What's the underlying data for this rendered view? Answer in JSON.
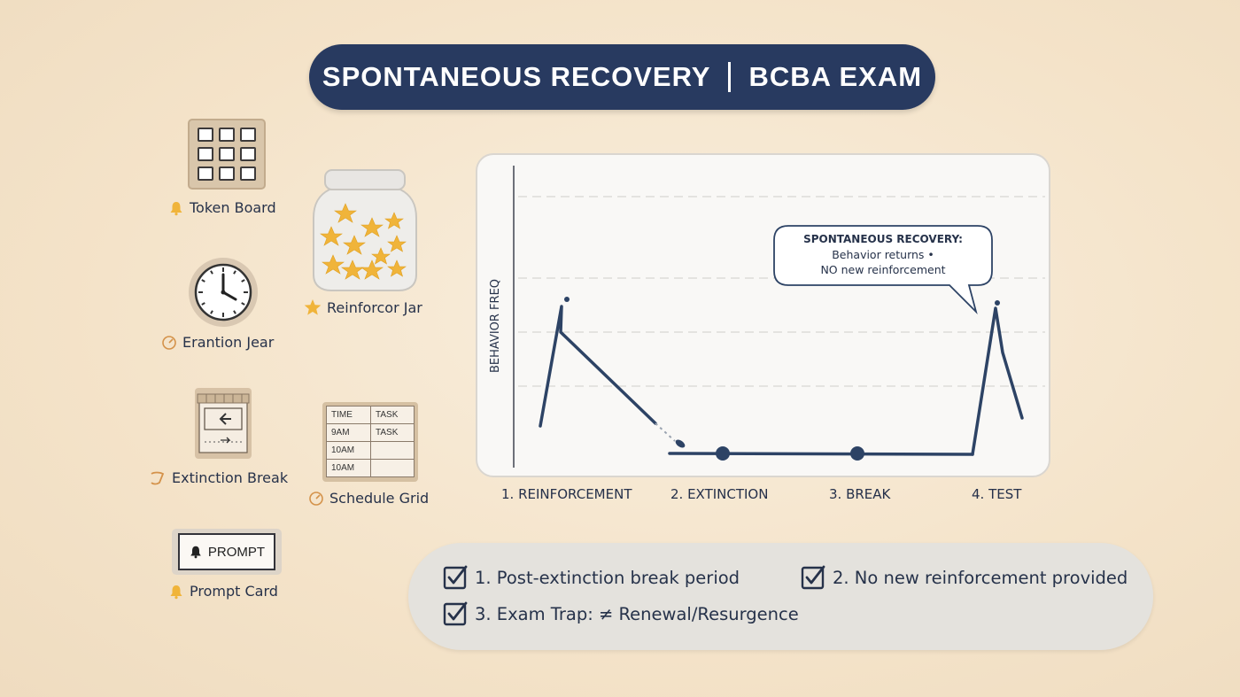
{
  "title": {
    "left": "SPONTANEOUS RECOVERY",
    "right": "BCBA EXAM"
  },
  "icons": [
    {
      "name": "token-board",
      "label": "Token Board",
      "label_icon": "bell-icon"
    },
    {
      "name": "reinforcer-jar",
      "label": "Reinforcor Jar",
      "label_icon": "star-icon"
    },
    {
      "name": "clock",
      "label": "Erantion Jear",
      "label_icon": "clock-arrow-icon"
    },
    {
      "name": "extinction-break",
      "label": "Extinction Break",
      "label_icon": "tag-icon"
    },
    {
      "name": "schedule-grid",
      "label": "Schedule Grid",
      "label_icon": "clock-arrow-icon"
    },
    {
      "name": "prompt-card",
      "label": "Prompt Card",
      "label_icon": "bell-icon"
    }
  ],
  "schedule_grid": {
    "rows": [
      [
        "TIME",
        "TASK"
      ],
      [
        "9AM",
        "TASK"
      ],
      [
        "10AM",
        ""
      ],
      [
        "10AM",
        ""
      ]
    ]
  },
  "prompt_card_text": "PROMPT",
  "chart_data": {
    "type": "line",
    "ylabel": "BEHAVIOR FREQ",
    "phases": [
      "1. REINFORCEMENT",
      "2. EXTINCTION",
      "3. BREAK",
      "4. TEST"
    ],
    "callout": {
      "title": "SPONTANEOUS RECOVERY:",
      "lines": [
        "Behavior returns •",
        "NO new reinforcement"
      ]
    },
    "colors": {
      "line": "#2d4365",
      "grid": "#d8d6d2"
    }
  },
  "checklist": [
    "1. Post-extinction break period",
    "2. No new reinforcement provided",
    "3. Exam Trap: ≠ Renewal/Resurgence"
  ],
  "colors": {
    "title_bg": "#283a60",
    "accent_gold": "#f0b43a",
    "navy": "#26324a"
  }
}
